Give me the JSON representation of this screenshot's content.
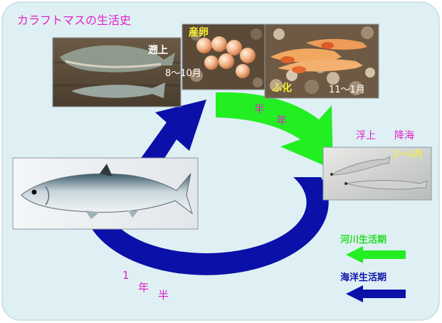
{
  "title": "カラフトマスの生活史",
  "stages": {
    "upstream": {
      "label": "遡上",
      "period": "8〜10月"
    },
    "spawning": {
      "label": "産卵"
    },
    "hatching": {
      "label": "ふ化",
      "period": "11〜1月"
    },
    "floating": {
      "label": "浮上"
    },
    "descending": {
      "label": "降海",
      "period": "2〜4月"
    }
  },
  "durations": {
    "river": [
      "半",
      "年"
    ],
    "sea": [
      "1",
      "年",
      "半"
    ]
  },
  "legend": {
    "river": {
      "label": "河川生活期",
      "color": "#22ee22"
    },
    "sea": {
      "label": "海洋生活期",
      "color": "#0a10a8"
    }
  },
  "colors": {
    "background_panel": "#dff0f4",
    "title": "#e020c8",
    "magenta_text": "#e020c8",
    "yellow_text": "#f8f030"
  }
}
